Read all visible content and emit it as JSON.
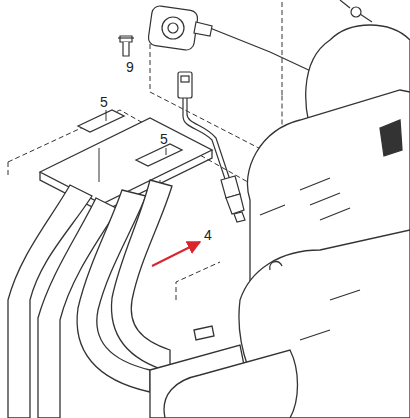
{
  "diagram": {
    "labels": [
      "9",
      "5",
      "5",
      "4"
    ]
  }
}
